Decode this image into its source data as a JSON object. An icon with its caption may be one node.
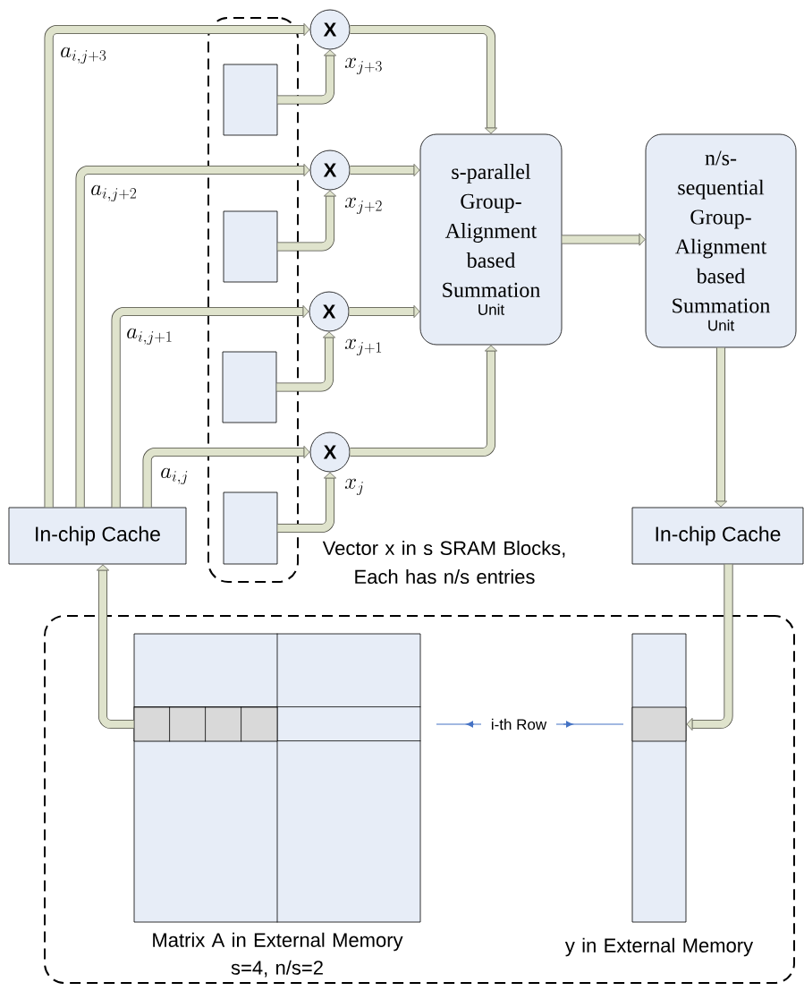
{
  "diagram": {
    "nodes": [
      {
        "text": [
          "In-chip Cache"
        ]
      },
      {
        "text": [],
        "shape": "box",
        "beside": [
          "Vector x in s SRAM Blocks, Each has n/s entries"
        ]
      },
      {
        "text": [],
        "shape": "box",
        "in": 1
      },
      {
        "text": [],
        "shape": "box",
        "in": 1
      },
      {
        "text": [],
        "shape": "box",
        "in": 1
      },
      {
        "text": [],
        "shape": "box",
        "in": 1
      },
      {
        "text": [
          "X"
        ]
      },
      {
        "text": [
          "X"
        ]
      },
      {
        "text": [
          "X"
        ]
      },
      {
        "text": [
          "X"
        ]
      },
      {
        "text": [
          "s-parallel Group-Alignment based Summation",
          "Unit"
        ]
      },
      {
        "text": [
          "n/s-sequential Group-Alignment based Summation",
          "Unit"
        ]
      },
      {
        "text": [
          "In-chip Cache"
        ]
      },
      {
        "text": [],
        "shape": "box"
      },
      {
        "text": [],
        "shape": "box",
        "in": 13,
        "beside": [
          "Matrix A in External Memory",
          "s=4, n/s=2"
        ]
      },
      {
        "text": [],
        "shape": "box",
        "in": 14
      },
      {
        "text": [],
        "shape": "box",
        "in": 13,
        "beside": [
          "y in External Memory"
        ]
      },
      {
        "text": [],
        "shape": "box",
        "in": 16
      }
    ],
    "edges": [
      {
        "from": 0,
        "to": 6,
        "arrow": "to",
        "label": "a_{i,j+3}"
      },
      {
        "from": 0,
        "to": 7,
        "arrow": "to",
        "label": "a_{i,j+2}"
      },
      {
        "from": 0,
        "to": 8,
        "arrow": "to",
        "label": "a_{i,j+1}"
      },
      {
        "from": 0,
        "to": 9,
        "arrow": "to",
        "label": "a_{i,j}"
      },
      {
        "from": 2,
        "to": 6,
        "arrow": "to",
        "label": "x_{j+3}"
      },
      {
        "from": 3,
        "to": 7,
        "arrow": "to",
        "label": "x_{j+2}"
      },
      {
        "from": 4,
        "to": 8,
        "arrow": "to",
        "label": "x_{j+1}"
      },
      {
        "from": 5,
        "to": 9,
        "arrow": "to",
        "label": "x_{j}"
      },
      {
        "from": 6,
        "to": 10,
        "arrow": "to"
      },
      {
        "from": 7,
        "to": 10,
        "arrow": "to"
      },
      {
        "from": 8,
        "to": 10,
        "arrow": "to"
      },
      {
        "from": 9,
        "to": 10,
        "arrow": "to"
      },
      {
        "from": 10,
        "to": 11,
        "arrow": "to"
      },
      {
        "from": 11,
        "to": 12,
        "arrow": "to"
      },
      {
        "from": 12,
        "to": 17,
        "arrow": "to"
      },
      {
        "from": 15,
        "to": 0,
        "arrow": "to"
      }
    ],
    "labels": [
      "i-th Row"
    ]
  }
}
